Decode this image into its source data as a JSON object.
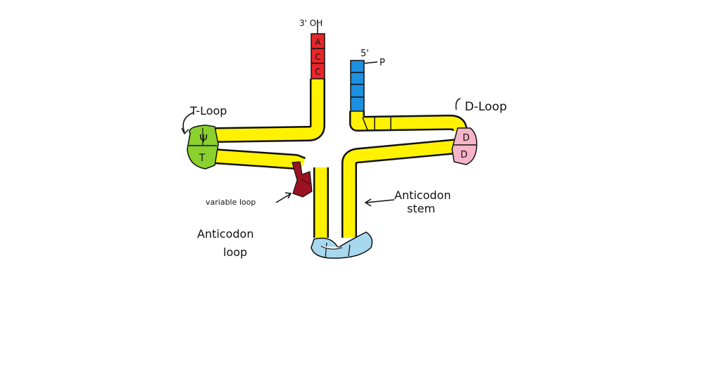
{
  "diagram": {
    "labels": {
      "acceptor_end": "3' OH",
      "five_prime_end": "5'",
      "phosphate": "P",
      "t_loop": "T-Loop",
      "d_loop": "D-Loop",
      "variable_loop": "variable loop",
      "anticodon_stem": [
        "Anticodon",
        "stem"
      ],
      "anticodon_loop": [
        "Anticodon",
        "loop"
      ]
    },
    "acceptor_bases": [
      "A",
      "C",
      "C"
    ],
    "t_loop_bases": [
      "Ψ",
      "T"
    ],
    "d_loop_bases": [
      "D",
      "D"
    ],
    "colors": {
      "stem": "#FFF200",
      "acceptor": "#E8262A",
      "five_prime": "#1E90E0",
      "t_loop": "#8BD12E",
      "d_loop": "#F6B4C8",
      "variable_loop": "#9B1221",
      "anticodon_loop": "#A7D8EE",
      "outline": "#111111"
    }
  }
}
